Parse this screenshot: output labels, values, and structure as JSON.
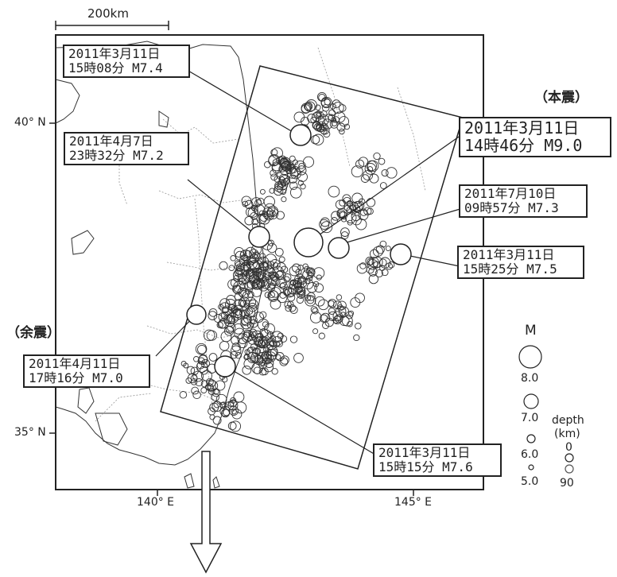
{
  "scale_bar": {
    "label": "200km"
  },
  "axes": {
    "lat_labels": [
      "40° N",
      "35° N"
    ],
    "lon_labels": [
      "140° E",
      "145° E"
    ]
  },
  "tags": {
    "mainshock": "（本震）",
    "aftershocks": "（余震）"
  },
  "callouts": [
    {
      "id": "c1",
      "line1": "2011年3月11日",
      "line2": "15時08分 M7.4"
    },
    {
      "id": "c2",
      "line1": "2011年3月11日",
      "line2": "14時46分 M9.0"
    },
    {
      "id": "c3",
      "line1": "2011年4月7日",
      "line2": "23時32分 M7.2"
    },
    {
      "id": "c4",
      "line1": "2011年7月10日",
      "line2": "09時57分 M7.3"
    },
    {
      "id": "c5",
      "line1": "2011年3月11日",
      "line2": "15時25分 M7.5"
    },
    {
      "id": "c6",
      "line1": "2011年4月11日",
      "line2": "17時16分 M7.0"
    },
    {
      "id": "c7",
      "line1": "2011年3月11日",
      "line2": "15時15分 M7.6"
    }
  ],
  "legend": {
    "magnitude_title": "M",
    "magnitudes": [
      "8.0",
      "7.0",
      "6.0",
      "5.0"
    ],
    "depth_title": "depth",
    "depth_unit": "(km)",
    "depths": [
      "0",
      "90"
    ]
  },
  "colors": {
    "ink": "#222222",
    "background": "#ffffff",
    "coast": "#333333",
    "border": "#999999"
  },
  "major_events": [
    {
      "date": "2011-03-11",
      "time": "14:46",
      "magnitude": 9.0,
      "lat": 38.1,
      "lon": 142.9
    },
    {
      "date": "2011-03-11",
      "time": "15:08",
      "magnitude": 7.4,
      "lat": 39.8,
      "lon": 142.8
    },
    {
      "date": "2011-04-07",
      "time": "23:32",
      "magnitude": 7.2,
      "lat": 38.2,
      "lon": 141.9
    },
    {
      "date": "2011-07-10",
      "time": "09:57",
      "magnitude": 7.3,
      "lat": 38.0,
      "lon": 143.5
    },
    {
      "date": "2011-03-11",
      "time": "15:25",
      "magnitude": 7.5,
      "lat": 37.8,
      "lon": 144.9
    },
    {
      "date": "2011-04-11",
      "time": "17:16",
      "magnitude": 7.0,
      "lat": 36.9,
      "lon": 140.7
    },
    {
      "date": "2011-03-11",
      "time": "15:15",
      "magnitude": 7.6,
      "lat": 36.2,
      "lon": 141.3
    }
  ]
}
